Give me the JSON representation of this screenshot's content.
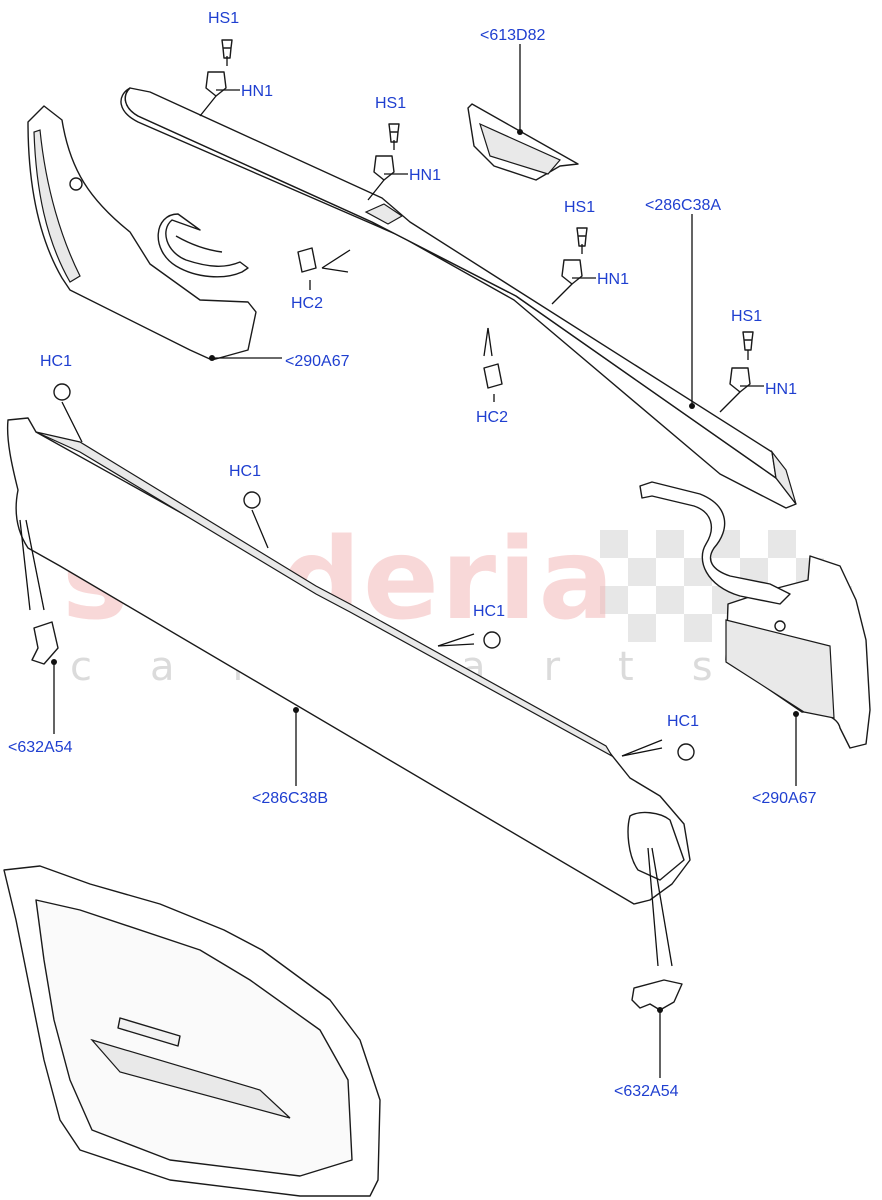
{
  "watermark": {
    "brand": "scuderia",
    "subtitle": "car parts"
  },
  "callouts": [
    {
      "id": "hs1-a",
      "text": "HS1"
    },
    {
      "id": "hn1-a",
      "text": "HN1"
    },
    {
      "id": "613d82",
      "text": "<613D82"
    },
    {
      "id": "hs1-b",
      "text": "HS1"
    },
    {
      "id": "hn1-b",
      "text": "HN1"
    },
    {
      "id": "hs1-c",
      "text": "HS1"
    },
    {
      "id": "hn1-c",
      "text": "HN1"
    },
    {
      "id": "286c38a",
      "text": "<286C38A"
    },
    {
      "id": "hs1-d",
      "text": "HS1"
    },
    {
      "id": "hn1-d",
      "text": "HN1"
    },
    {
      "id": "hc2-a",
      "text": "HC2"
    },
    {
      "id": "hc2-b",
      "text": "HC2"
    },
    {
      "id": "290a67-a",
      "text": "<290A67"
    },
    {
      "id": "hc1-a",
      "text": "HC1"
    },
    {
      "id": "hc1-b",
      "text": "HC1"
    },
    {
      "id": "hc1-c",
      "text": "HC1"
    },
    {
      "id": "hc1-d",
      "text": "HC1"
    },
    {
      "id": "632a54-a",
      "text": "<632A54"
    },
    {
      "id": "286c38b",
      "text": "<286C38B"
    },
    {
      "id": "290a67-b",
      "text": "<290A67"
    },
    {
      "id": "632a54-b",
      "text": "<632A54"
    }
  ],
  "colors": {
    "label": "#1f3fd0",
    "line": "#111111",
    "watermark": "#f3b9b9"
  }
}
